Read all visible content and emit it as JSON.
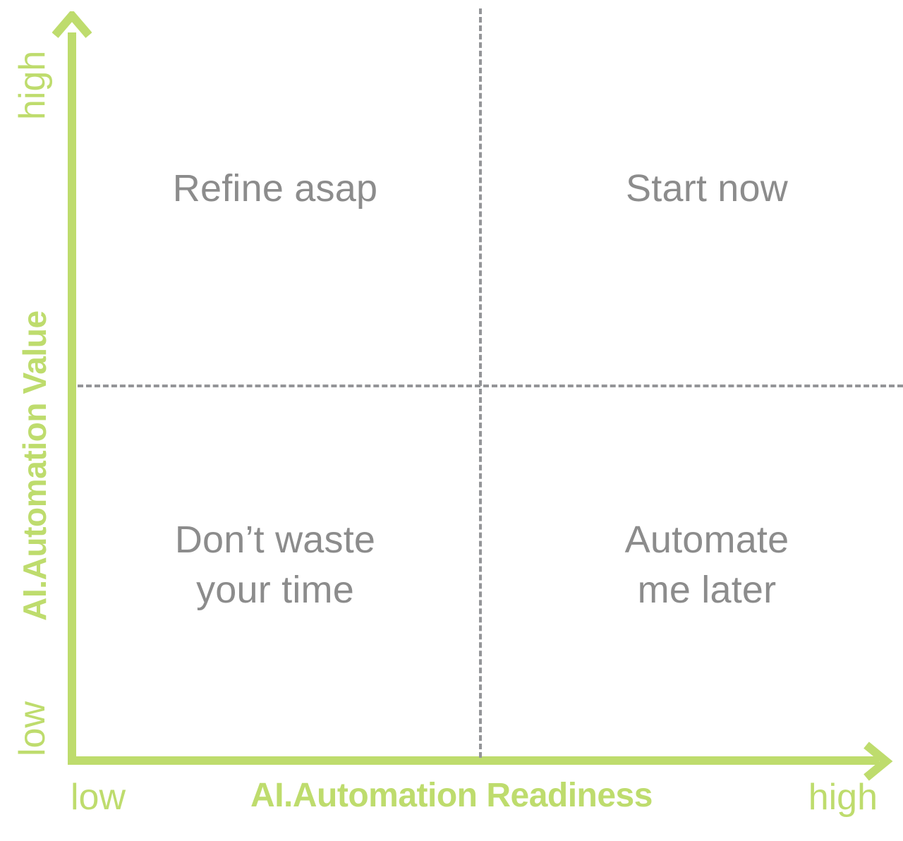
{
  "chart_data": {
    "type": "scatter",
    "title": "",
    "xlabel": "AI.Automation Readiness",
    "ylabel": "AI.Automation Value",
    "x_ticks": [
      "low",
      "high"
    ],
    "y_ticks": [
      "low",
      "high"
    ],
    "grid": false,
    "legend": "none",
    "quadrants": [
      {
        "position": "top-left",
        "label": "Refine asap",
        "x": "low",
        "y": "high"
      },
      {
        "position": "top-right",
        "label": "Start now",
        "x": "high",
        "y": "high"
      },
      {
        "position": "bottom-left",
        "label": "Don’t waste\nyour time",
        "x": "low",
        "y": "low"
      },
      {
        "position": "bottom-right",
        "label": "Automate\nme later",
        "x": "high",
        "y": "low"
      }
    ]
  },
  "axes": {
    "y": {
      "title": "AI.Automation Value",
      "high_label": "high",
      "low_label": "low"
    },
    "x": {
      "title": "AI.Automation Readiness",
      "low_label": "low",
      "high_label": "high"
    }
  },
  "quadrants": {
    "top_left": "Refine asap",
    "top_right": "Start now",
    "bottom_left": "Don’t waste\nyour time",
    "bottom_right": "Automate\nme later"
  },
  "colors": {
    "accent_green": "#bedc6d",
    "quadrant_text_gray": "#8c8c8c",
    "divider_gray": "#949598",
    "background": "#ffffff"
  }
}
